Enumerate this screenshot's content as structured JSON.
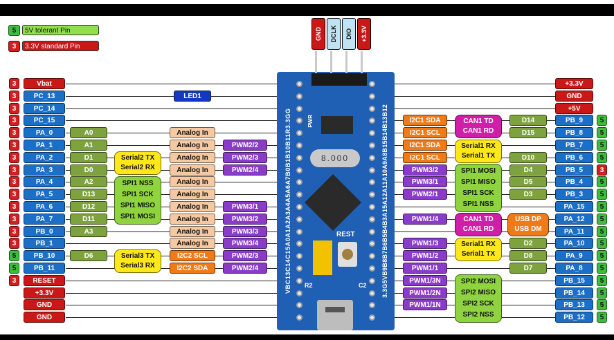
{
  "legend": {
    "tolerant": {
      "num": "5",
      "text": "5V tolerant Pin"
    },
    "standard": {
      "num": "3",
      "text": "3.3V standard Pin"
    }
  },
  "top_pins": [
    "GND",
    "DCLK",
    "DIO",
    "+3.3V"
  ],
  "left_nums": [
    "3",
    "3",
    "3",
    "3",
    "3",
    "3",
    "3",
    "3",
    "3",
    "3",
    "3",
    "3",
    "3",
    "3",
    "5",
    "5",
    "3",
    "",
    "",
    ""
  ],
  "left_pins": [
    "Vbat",
    "PC_13",
    "PC_14",
    "PC_15",
    "PA_0",
    "PA_1",
    "PA_2",
    "PA_3",
    "PA_4",
    "PA_5",
    "PA_6",
    "PA_7",
    "PB_0",
    "PB_1",
    "PB_10",
    "PB_11",
    "RESET",
    "+3.3V",
    "GND",
    "GND"
  ],
  "left_extra": {
    "led": "LED1"
  },
  "left_arduino": [
    "A0",
    "A1",
    "D1",
    "D0",
    "A2",
    "D13",
    "D12",
    "D11",
    "A3",
    "",
    "D6",
    ""
  ],
  "left_analog": [
    "Analog In",
    "Analog In",
    "Analog In",
    "Analog In",
    "Analog In",
    "Analog In",
    "Analog In",
    "Analog In",
    "Analog In",
    "Analog In"
  ],
  "left_i2c": [
    "I2C2 SCL",
    "I2C2 SDA"
  ],
  "left_pwm": [
    "PWM2/2",
    "PWM2/3",
    "PWM2/4",
    "PWM3/1",
    "PWM3/2",
    "PWM3/3",
    "PWM3/4",
    "PWM2/3",
    "PWM2/4"
  ],
  "left_serial2": [
    "Serial2 TX",
    "Serial2 RX"
  ],
  "left_spi1": [
    "SPI1 NSS",
    "SPI1 SCK",
    "SPI1 MISO",
    "SPI1 MOSI"
  ],
  "left_serial3": [
    "Serial3 TX",
    "Serial3 RX"
  ],
  "right_pins": [
    "+3.3V",
    "GND",
    "+5V",
    "PB_9",
    "PB_8",
    "PB_7",
    "PB_6",
    "PB_5",
    "PB_4",
    "PB_3",
    "PA_15",
    "PA_12",
    "PA_11",
    "PA_10",
    "PA_9",
    "PA_8",
    "PB_15",
    "PB_14",
    "PB_13",
    "PB_12"
  ],
  "right_nums": [
    "",
    "",
    "",
    "5",
    "5",
    "5",
    "5",
    "3",
    "5",
    "5",
    "5",
    "5",
    "5",
    "5",
    "5",
    "5",
    "5",
    "5",
    "5",
    "5"
  ],
  "right_arduino": [
    "D14",
    "D15",
    "",
    "D10",
    "D4",
    "D5",
    "D3",
    "",
    "",
    "",
    "D2",
    "D8",
    "D7"
  ],
  "right_i2c": [
    "I2C1 SDA",
    "I2C1 SCL",
    "I2C1 SDA",
    "I2C1 SCL"
  ],
  "right_can_top": [
    "CAN1 TD",
    "CAN1 RD"
  ],
  "right_serial1_top": [
    "Serial1 RX",
    "Serial1 TX"
  ],
  "right_spi1": [
    "SPI1 MOSI",
    "SPI1 MISO",
    "SPI1 SCK",
    "SPI1 NSS"
  ],
  "right_pwm": [
    "PWM3/2",
    "PWM3/1",
    "PWM2/1",
    "PWM1/4",
    "PWM1/3",
    "PWM1/2",
    "PWM1/1",
    "PWM1/3N",
    "PWM1/2N",
    "PWM1/1N"
  ],
  "right_can_mid": [
    "CAN1 TD",
    "CAN1 RD"
  ],
  "right_usb": [
    "USB DP",
    "USB DM"
  ],
  "right_serial1_mid": [
    "Serial1 RX",
    "Serial1 TX"
  ],
  "right_spi2": [
    "SPI2 MOSI",
    "SPI2 MISO",
    "SPI2 SCK",
    "SPI2 NSS"
  ],
  "board": {
    "left_silk": "VBC13C14C15A0A1A2A3A4A5A6A7B0B1B10B11R3.3GG",
    "right_silk": "3.3G5VB9B8B7B6B5B4B3A15A12A11A10A9A8B15B14B13B12",
    "crystal": "8.000",
    "reset_label": "REST",
    "r2_label": "R2",
    "c2_label": "C2",
    "pwr_label": "PWR"
  },
  "colors": {
    "board": "#1f5fb4",
    "five_v": "#3cbd3c",
    "three_v": "#d02020"
  }
}
